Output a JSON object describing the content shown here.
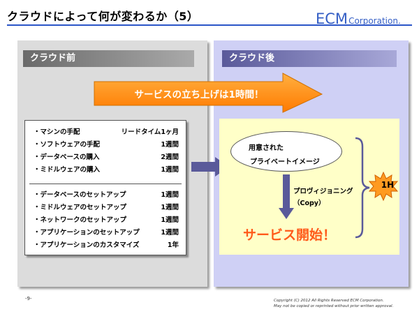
{
  "header": {
    "title": "クラウドによって何が変わるか（5）",
    "logo_big": "ECM",
    "logo_small": "Corporation."
  },
  "before": {
    "heading": "クラウド前",
    "items_top": [
      {
        "label": "・マシンの手配",
        "value": "リードタイム1ヶ月"
      },
      {
        "label": "・ソフトウェアの手配",
        "value": "1週間"
      },
      {
        "label": "・データベースの購入",
        "value": "2週間"
      },
      {
        "label": "・ミドルウェアの購入",
        "value": "1週間"
      }
    ],
    "items_bottom": [
      {
        "label": "・データベースのセットアップ",
        "value": "1週間"
      },
      {
        "label": "・ミドルウェアのセットアップ",
        "value": "1週間"
      },
      {
        "label": "・ネットワークのセットアップ",
        "value": "1週間"
      },
      {
        "label": "・アプリケーションのセットアップ",
        "value": "1週間"
      },
      {
        "label": "・アプリケーションのカスタマイズ",
        "value": "1年"
      }
    ]
  },
  "after": {
    "heading": "クラウド後",
    "image_line1": "用意された",
    "image_line2": "プライベートイメージ",
    "provisioning_line1": "プロヴィジョニング",
    "provisioning_line2": "（Copy）",
    "start": "サービス開始！",
    "badge": "1H"
  },
  "banner": "サービスの立ち上げは1時間！",
  "footer": {
    "page": "-9-",
    "copyright1": "Copyright (C) 2012 All Rights Reserved ECM Corporation.",
    "copyright2": "May not be copied or reprinted without prior written approval."
  },
  "colors": {
    "accent_blue": "#2b55c8",
    "banner_orange": "#ff8c00",
    "start_red": "#ff5a1a",
    "badge_orange": "#ff9a20"
  }
}
